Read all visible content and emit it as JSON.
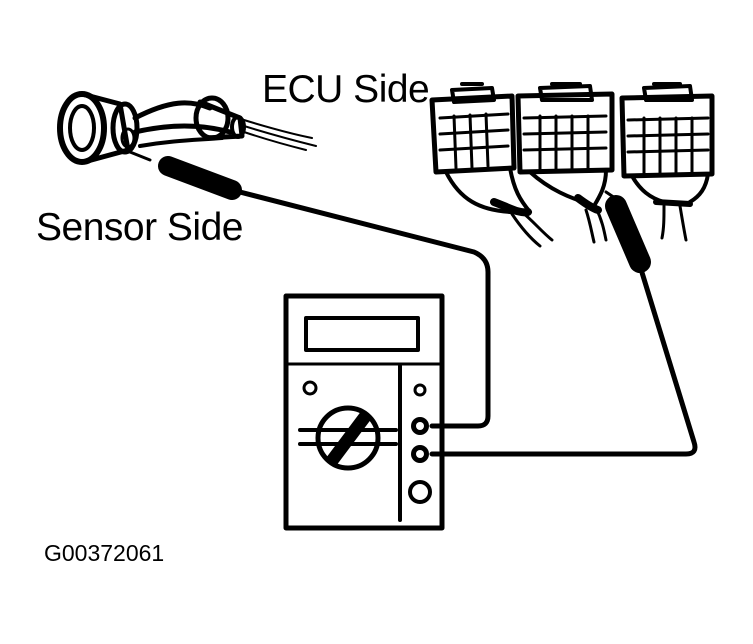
{
  "labels": {
    "ecu_side": "ECU Side",
    "sensor_side": "Sensor Side",
    "figure_id": "G00372061"
  },
  "colors": {
    "ink": "#000000",
    "paper": "#ffffff"
  },
  "icons": {
    "sensor_connector": "sensor-connector-icon",
    "ecu_connectors": "ecu-connector-icon",
    "multimeter": "multimeter-icon",
    "test_probe": "test-probe-icon"
  }
}
